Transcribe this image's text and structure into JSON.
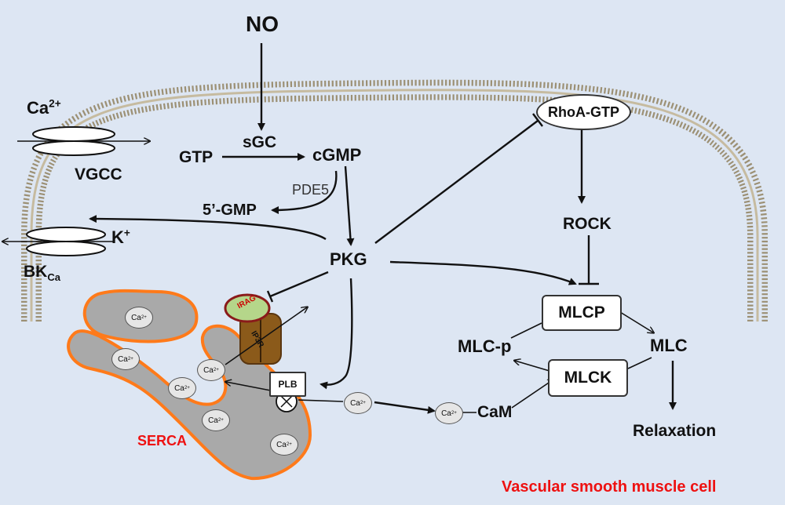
{
  "diagram": {
    "caption": "Vascular smooth muscle cell",
    "nodes": {
      "no": "NO",
      "sgc": "sGC",
      "gtp": "GTP",
      "cgmp": "cGMP",
      "pde5": "PDE5",
      "gmp5": "5’-GMP",
      "pkg": "PKG",
      "rhoa": "RhoA-GTP",
      "rock": "ROCK",
      "mlcp": "MLCP",
      "mlck": "MLCK",
      "mlc": "MLC",
      "mlcp_phos": "MLC-p",
      "relaxation": "Relaxation",
      "cam": "CaM",
      "plb": "PLB",
      "irag": "IRAG",
      "ip3r": "IP3R",
      "serca": "SERCA"
    },
    "channels": {
      "ca_base": "Ca",
      "ca_sup": "2+",
      "vgcc": "VGCC",
      "k_base": "K",
      "k_sup": "+",
      "bk_base": "BK",
      "bk_sub": "Ca"
    },
    "ion_label": {
      "base": "Ca",
      "sup": "2+"
    },
    "colors": {
      "background": "#dde6f3",
      "er_fill": "#a9a9a9",
      "er_outline": "#ff7a1a",
      "serca_text": "#ee1111",
      "caption_text": "#ee1111",
      "irag_fill": "#b5d68a",
      "irag_text": "#cc0000",
      "ip3r_fill": "#8b5a1a"
    }
  }
}
